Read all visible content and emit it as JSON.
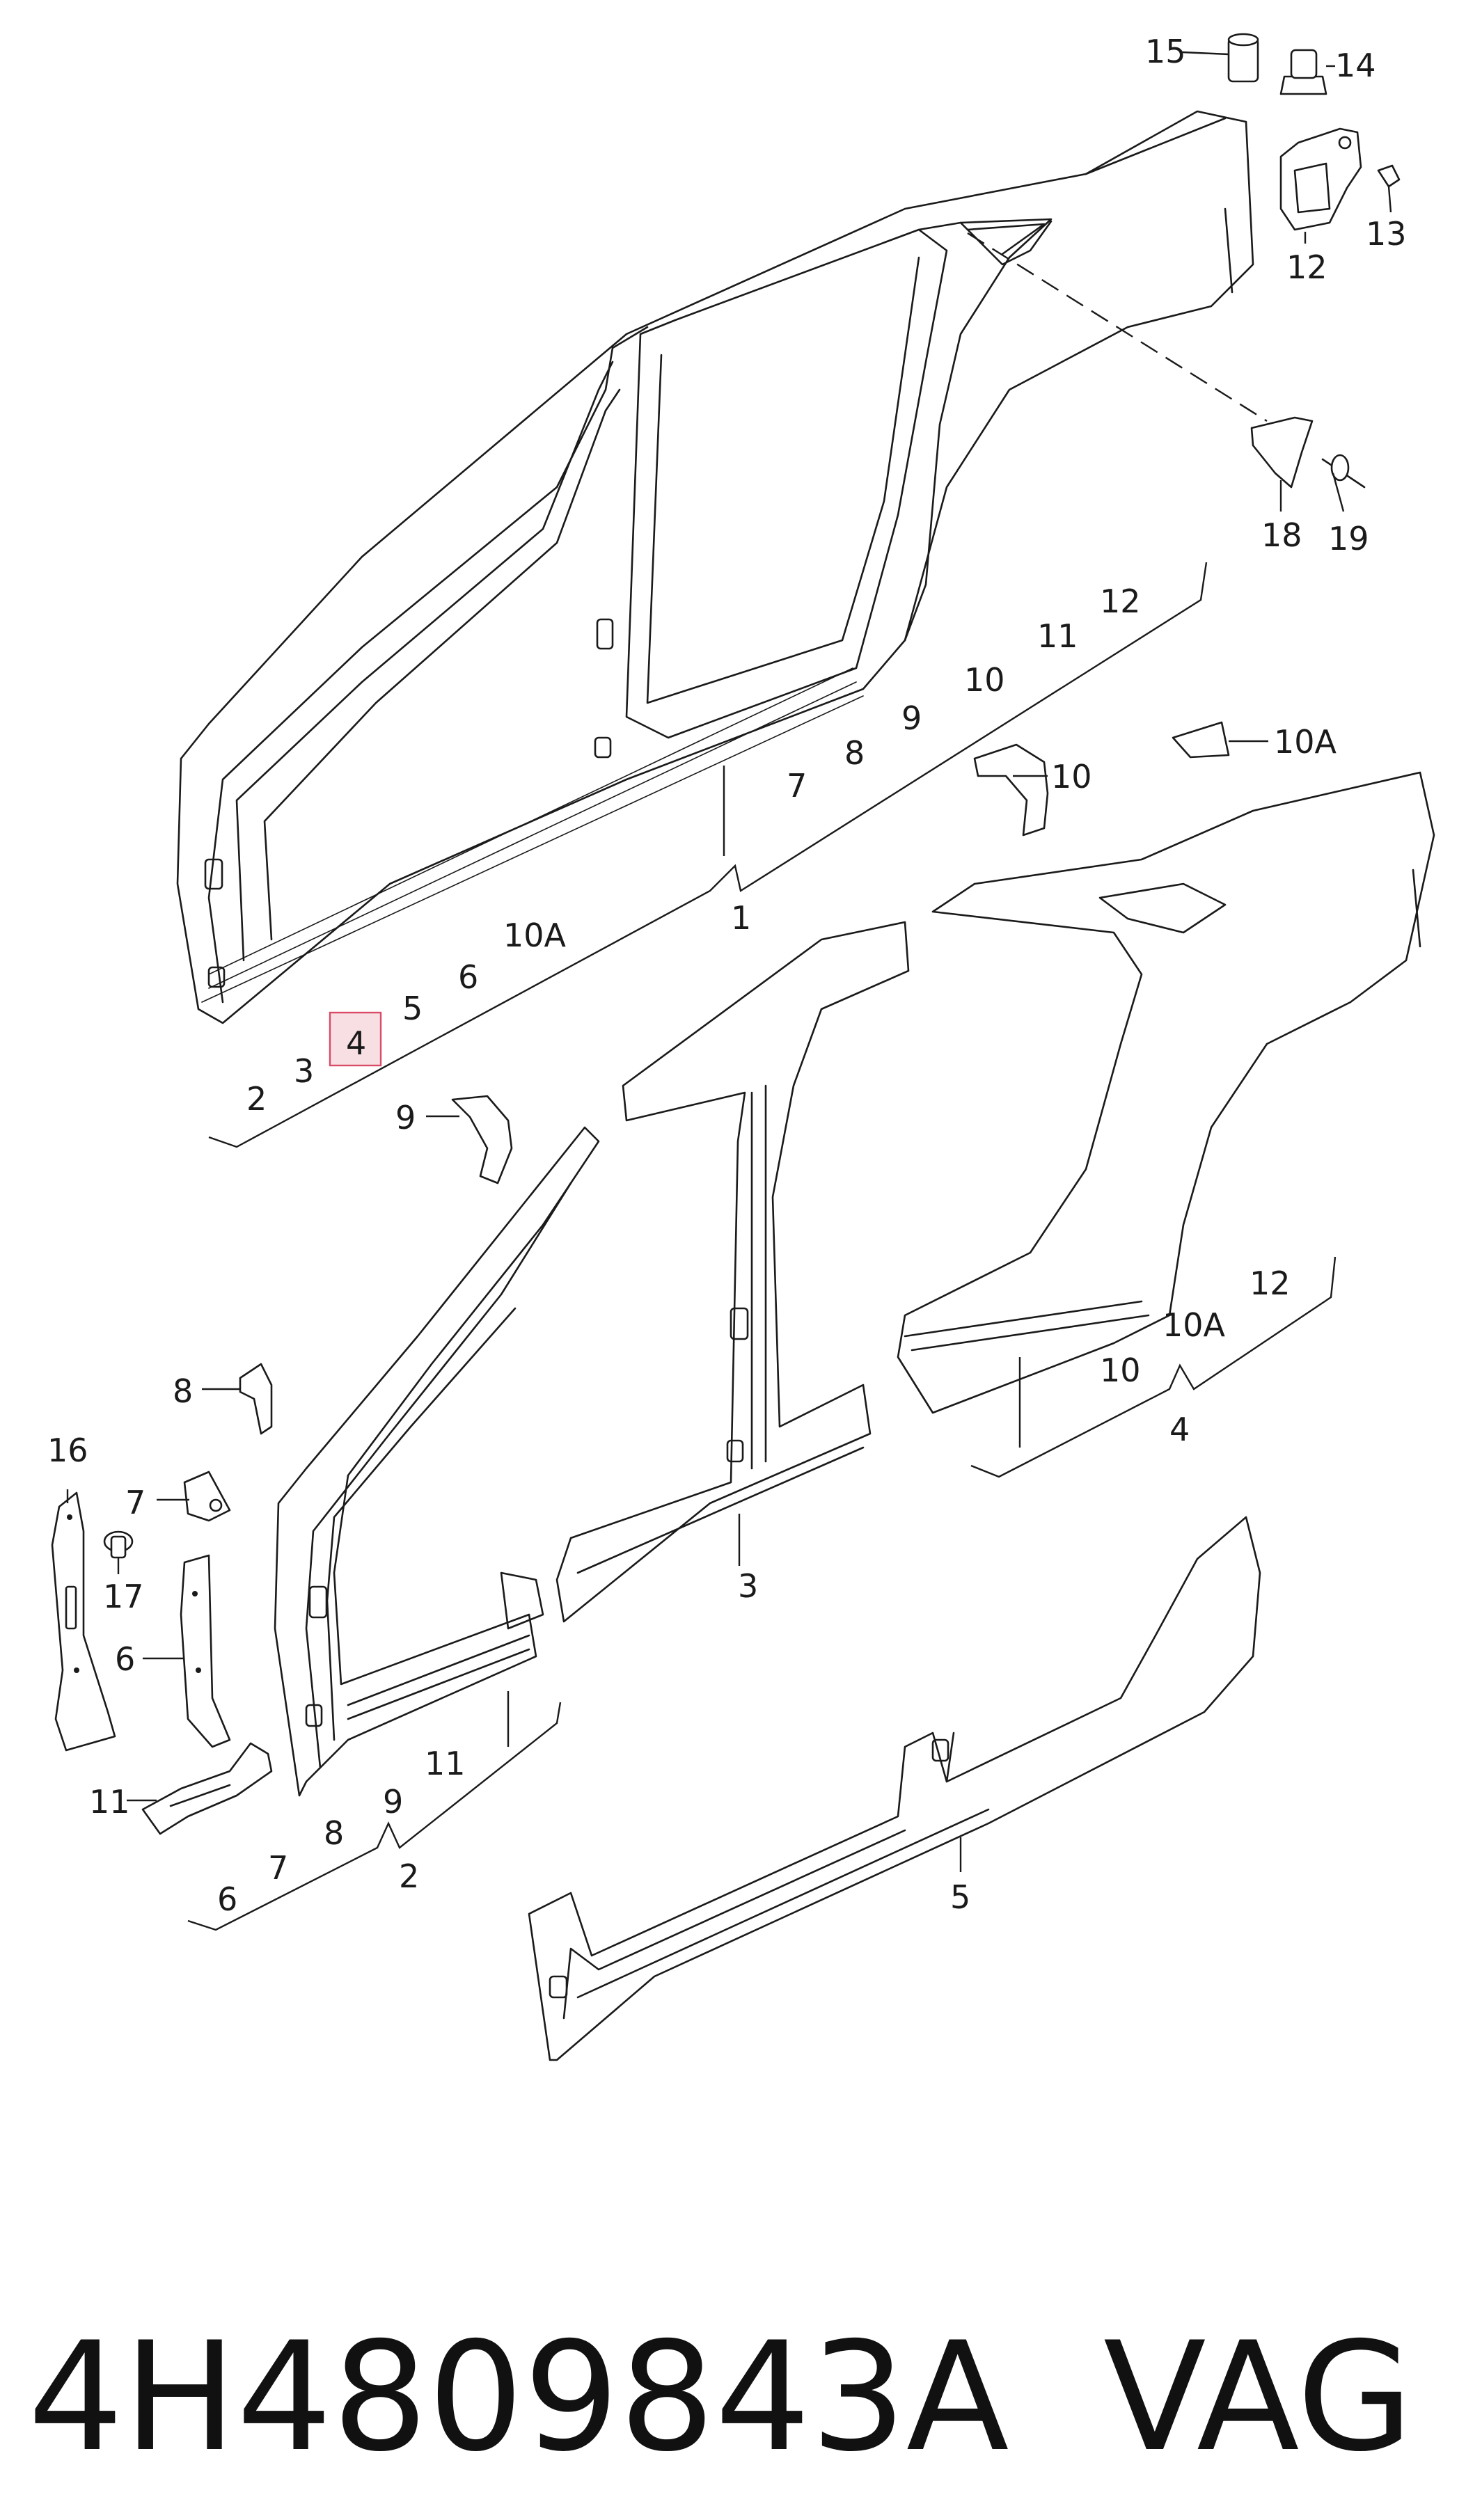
{
  "callouts": {
    "c15": "15",
    "c14": "14",
    "c12_top": "12",
    "c13": "13",
    "c18": "18",
    "c19": "19",
    "bracket1": {
      "label": "1",
      "items": [
        "2",
        "3",
        "4",
        "5",
        "6",
        "10A",
        "7",
        "8",
        "9",
        "10",
        "11",
        "12"
      ]
    },
    "c10_part": "10",
    "c10A_part": "10A",
    "c9_part": "9",
    "bracket4": {
      "label": "4",
      "items": [
        "10",
        "10A",
        "12"
      ]
    },
    "c8": "8",
    "c16": "16",
    "c7_part": "7",
    "c17": "17",
    "c6_part": "6",
    "c3": "3",
    "c11_part": "11",
    "bracket2": {
      "label": "2",
      "items": [
        "6",
        "7",
        "8",
        "9",
        "11"
      ]
    },
    "c5": "5"
  },
  "highlight": {
    "callout": "4",
    "color": "#d94b66"
  },
  "caption": {
    "part_number": "4H4809843A",
    "brand": "VAG"
  }
}
